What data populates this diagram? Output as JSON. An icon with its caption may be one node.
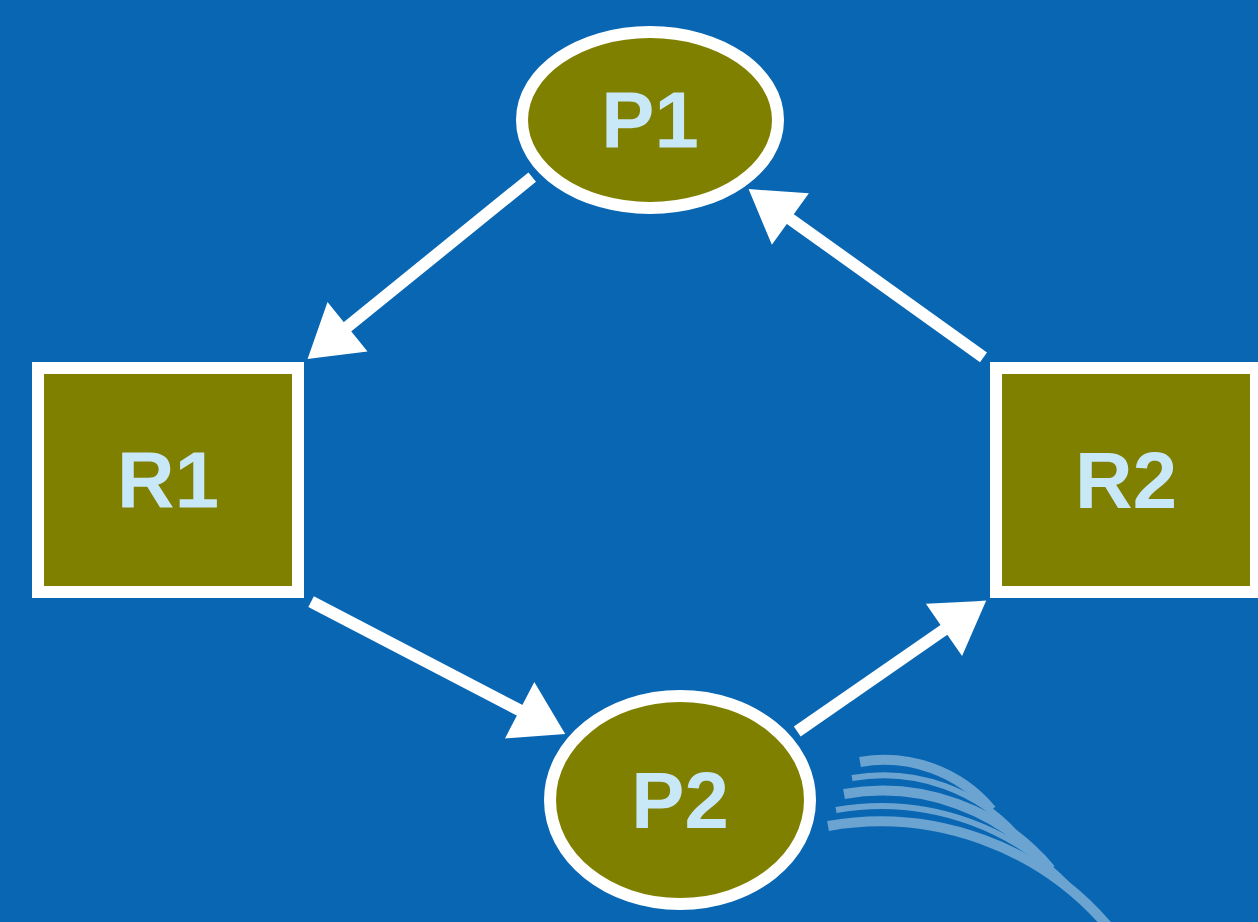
{
  "diagram": {
    "nodes": [
      {
        "text": [
          "P1"
        ]
      },
      {
        "text": [
          "R1"
        ]
      },
      {
        "text": [
          "R2"
        ]
      },
      {
        "text": [
          "P2"
        ]
      }
    ],
    "edges": [
      {
        "from": 0,
        "to": 1,
        "arrow": "to"
      },
      {
        "from": 1,
        "to": 3,
        "arrow": "to"
      },
      {
        "from": 3,
        "to": 2,
        "arrow": "to"
      },
      {
        "from": 2,
        "to": 0,
        "arrow": "to"
      }
    ]
  }
}
